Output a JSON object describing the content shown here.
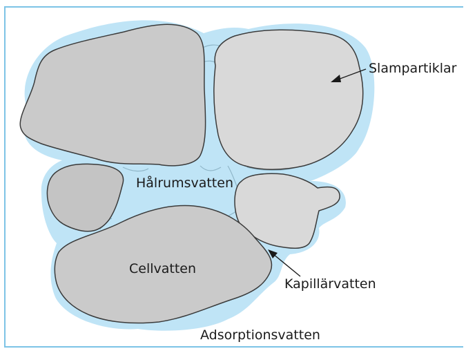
{
  "colors": {
    "water": "#bfe4f6",
    "particle_fill": "#cacaca",
    "particle_fill_light": "#d9d9d9",
    "particle_stroke": "#3a3a3a",
    "frame": "#7cc3e6",
    "text": "#1a1a1a"
  },
  "labels": {
    "slampartiklar": "Slampartiklar",
    "halrumsvatten": "Hålrumsvatten",
    "cellvatten": "Cellvatten",
    "kapillarvatten": "Kapillärvatten",
    "adsorptionsvatten": "Adsorptionsvatten"
  }
}
